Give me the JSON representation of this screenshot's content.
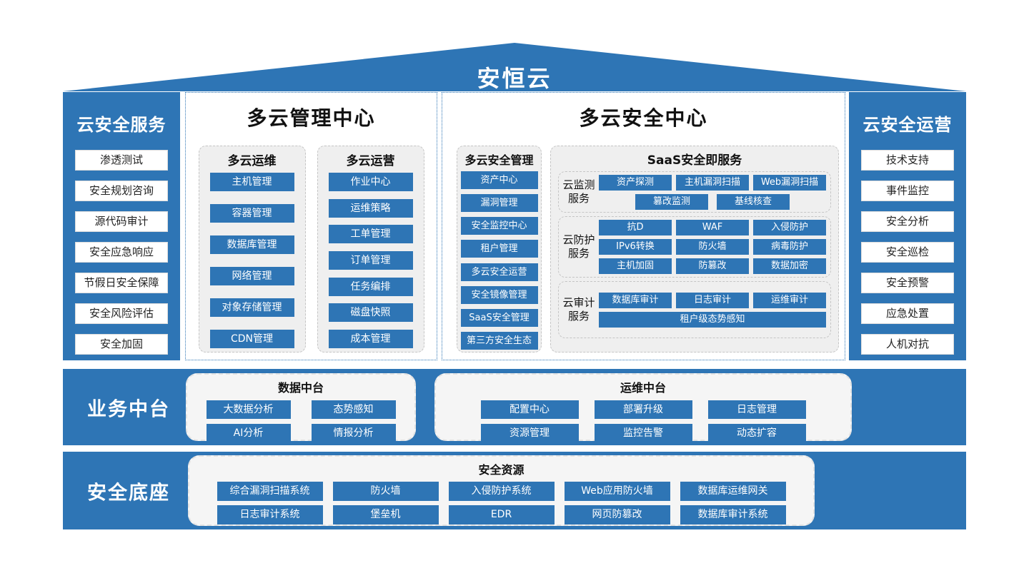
{
  "colors": {
    "primary_blue": "#2e75b5",
    "panel_gray": "#efefef",
    "band_panel": "#f5f5f5",
    "title_black": "#111111",
    "white": "#ffffff"
  },
  "roof": {
    "title": "安恒云"
  },
  "left_sidebar": {
    "title": "云安全服务",
    "items": [
      "渗透测试",
      "安全规划咨询",
      "源代码审计",
      "安全应急响应",
      "节假日安全保障",
      "安全风险评估",
      "安全加固"
    ]
  },
  "mgmt_center": {
    "title": "多云管理中心",
    "groups": [
      {
        "title": "多云运维",
        "items": [
          "主机管理",
          "容器管理",
          "数据库管理",
          "网络管理",
          "对象存储管理",
          "CDN管理"
        ]
      },
      {
        "title": "多云运营",
        "items": [
          "作业中心",
          "运维策略",
          "工单管理",
          "订单管理",
          "任务编排",
          "磁盘快照",
          "成本管理"
        ]
      }
    ]
  },
  "security_center": {
    "title": "多云安全中心",
    "mgmt_group": {
      "title": "多云安全管理",
      "items": [
        "资产中心",
        "漏洞管理",
        "安全监控中心",
        "租户管理",
        "多云安全运营",
        "安全镜像管理",
        "SaaS安全管理",
        "第三方安全生态"
      ]
    },
    "saas": {
      "title": "SaaS安全即服务",
      "monitor": {
        "label_top": "云监测",
        "label_bottom": "服务",
        "row1": [
          "资产探测",
          "主机漏洞扫描",
          "Web漏洞扫描"
        ],
        "row2": [
          "篡改监测",
          "基线核查"
        ]
      },
      "protect": {
        "label_top": "云防护",
        "label_bottom": "服务",
        "rows": [
          [
            "抗D",
            "WAF",
            "入侵防护"
          ],
          [
            "IPv6转换",
            "防火墙",
            "病毒防护"
          ],
          [
            "主机加固",
            "防篡改",
            "数据加密"
          ]
        ]
      },
      "audit": {
        "label_top": "云审计",
        "label_bottom": "服务",
        "row1": [
          "数据库审计",
          "日志审计",
          "运维审计"
        ],
        "wide": "租户级态势感知"
      }
    }
  },
  "right_sidebar": {
    "title": "云安全运营",
    "items": [
      "技术支持",
      "事件监控",
      "安全分析",
      "安全巡检",
      "安全预警",
      "应急处置",
      "人机对抗"
    ]
  },
  "business_band": {
    "title": "业务中台",
    "data_platform": {
      "title": "数据中台",
      "row1": [
        "大数据分析",
        "态势感知"
      ],
      "row2": [
        "AI分析",
        "情报分析"
      ]
    },
    "ops_platform": {
      "title": "运维中台",
      "row1": [
        "配置中心",
        "部署升级",
        "日志管理"
      ],
      "row2": [
        "资源管理",
        "监控告警",
        "动态扩容"
      ]
    }
  },
  "base_band": {
    "title": "安全底座",
    "resources": {
      "title": "安全资源",
      "row1": [
        "综合漏洞扫描系统",
        "防火墙",
        "入侵防护系统",
        "Web应用防火墙",
        "数据库运维网关"
      ],
      "row2": [
        "日志审计系统",
        "堡垒机",
        "EDR",
        "网页防篡改",
        "数据库审计系统"
      ]
    }
  }
}
